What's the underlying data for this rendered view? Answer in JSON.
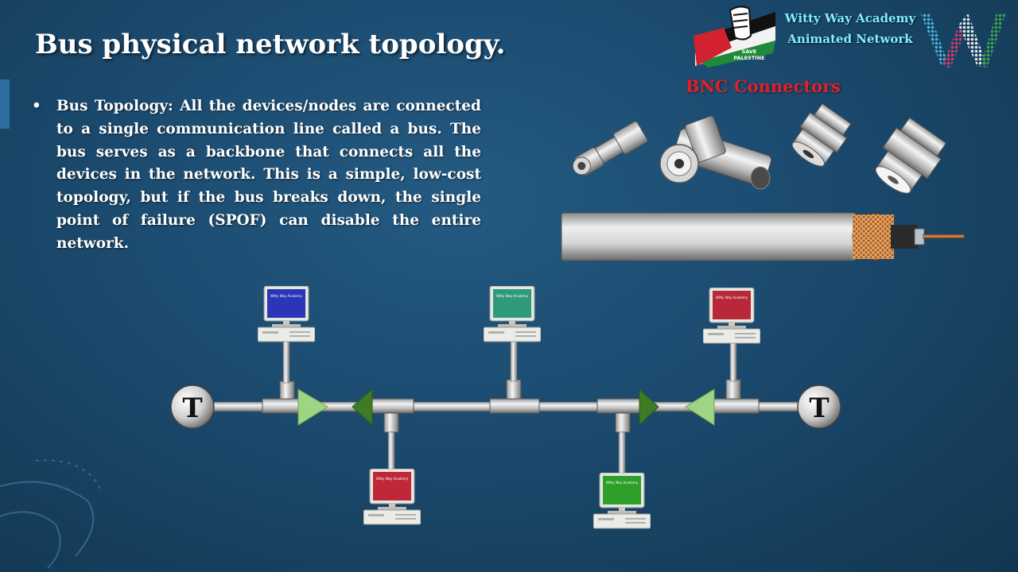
{
  "slide": {
    "title": "Bus physical network topology.",
    "bullet_marker": "•",
    "bullet_text": "Bus Topology: All the devices/nodes are connected to a single communication line called a bus. The bus serves as a backbone that connects all the devices in the network. This is a simple, low-cost topology, but if the bus breaks down, the single point of failure (SPOF) can disable the entire network."
  },
  "branding": {
    "academy_line1": "Witty Way Academy",
    "academy_line2": "Animated Network",
    "palestine_line1": "SAVE",
    "palestine_line2": "PALESTINE",
    "logo_icon": "ww-logo-icon"
  },
  "connectors": {
    "label": "BNC Connectors",
    "label_color": "#e0202a"
  },
  "diagram": {
    "terminator_label": "T",
    "monitor_caption": "Witty Way Academy",
    "nodes": [
      {
        "position": "top",
        "screen_color": "#2a35b8"
      },
      {
        "position": "bottom",
        "screen_color": "#c0283a"
      },
      {
        "position": "top",
        "screen_color": "#2f9a7a"
      },
      {
        "position": "bottom",
        "screen_color": "#2ea02a"
      },
      {
        "position": "top",
        "screen_color": "#b82838"
      }
    ],
    "arrow_colors": {
      "light": "#9fd484",
      "dark": "#3f7a24"
    }
  }
}
